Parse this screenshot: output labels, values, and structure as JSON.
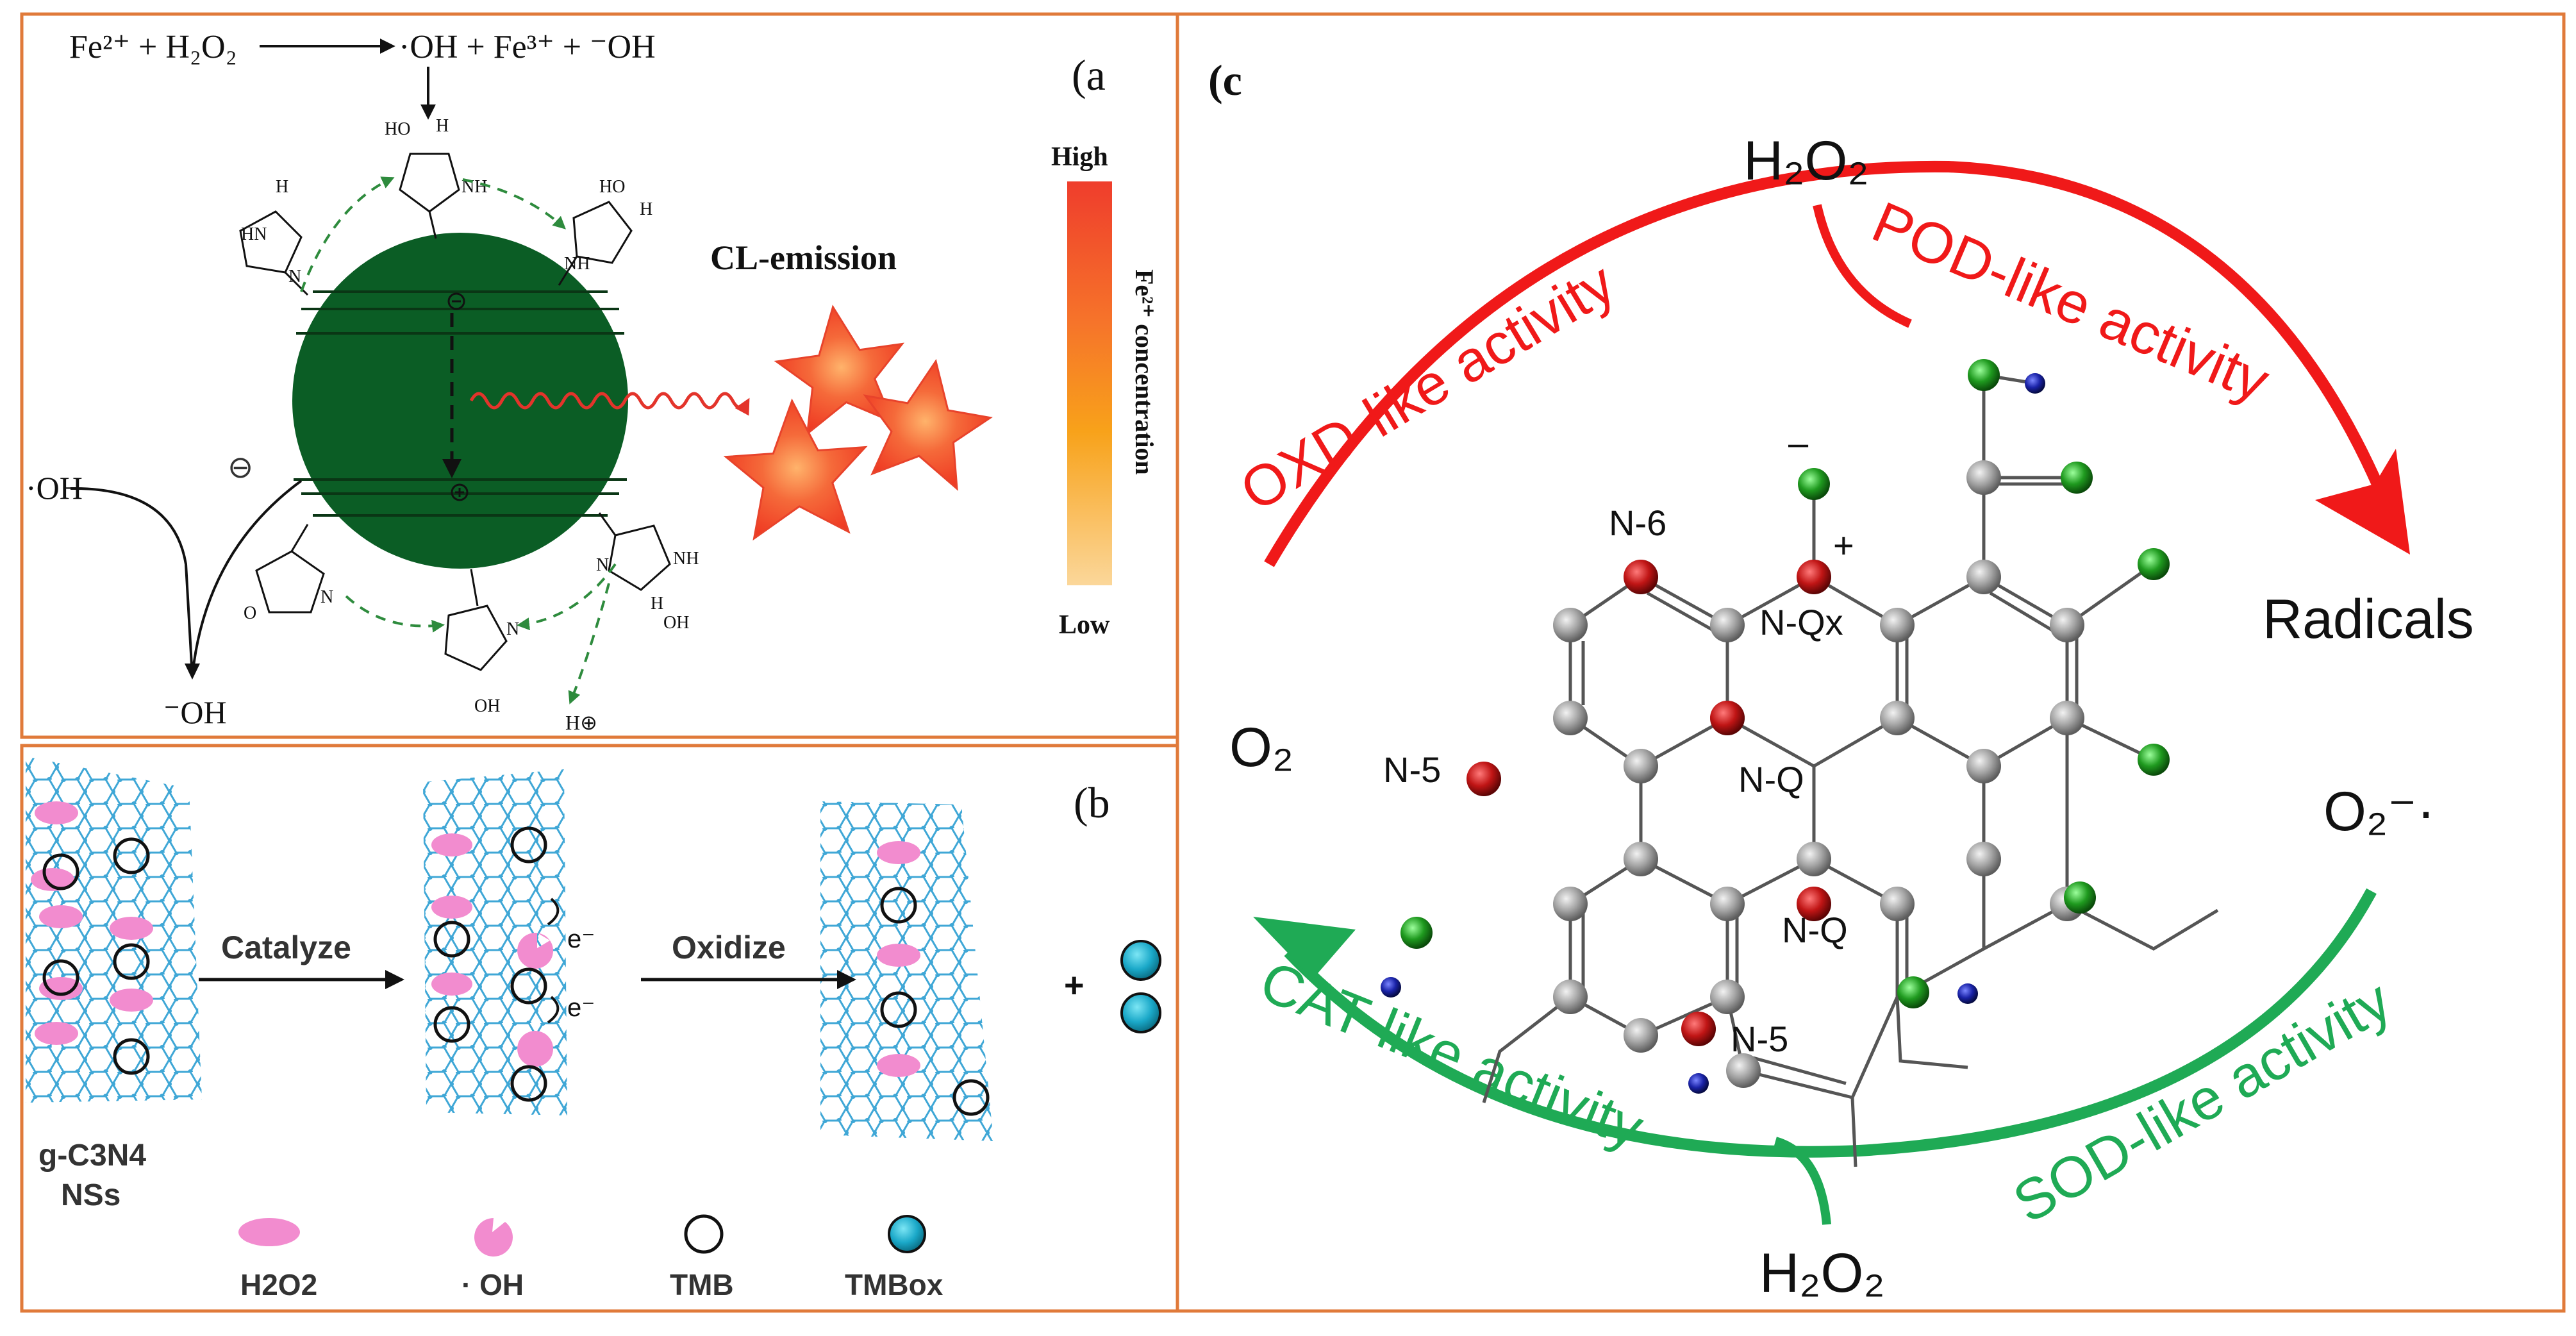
{
  "panel_a": {
    "label": "(a",
    "reaction": {
      "lhs": "Fe²⁺ + H₂O₂",
      "rhs": "·OH + Fe³⁺ + ⁻OH"
    },
    "cl_emission": "CL-emission",
    "colorbar": {
      "high": "High",
      "low": "Low",
      "caption": "Fe²⁺ concentration"
    },
    "oh_left_in": "·OH",
    "oh_left_out": "⁻OH",
    "minus_sign": "⊖",
    "h_plus": "H⊕",
    "imidazole": {
      "ho": "HO",
      "h": "H",
      "nh": "NH",
      "hn": "HN",
      "n": "N",
      "oh": "OH",
      "o": "O"
    },
    "colors": {
      "sphere": "#0b5d25",
      "arrow_green": "#2e8b3d",
      "wave": "#e3342b"
    }
  },
  "panel_b": {
    "label": "(b",
    "catalyze": "Catalyze",
    "oxidize": "Oxidize",
    "electron": "e⁻",
    "plus": "+",
    "material_line1": "g-C3N4",
    "material_line2": "NSs",
    "legend": {
      "h2o2": "H2O2",
      "oh": "· OH",
      "tmb": "TMB",
      "tmbox": "TMBox"
    },
    "colors": {
      "mesh": "#3fa7d6",
      "h2o2": "#f28ccf",
      "tmbox": "#19a9c9"
    }
  },
  "panel_c": {
    "label": "(c",
    "h2o2_top": "H₂O₂",
    "h2o2_bottom": "H₂O₂",
    "radicals": "Radicals",
    "o2": "O₂",
    "superoxide": "O₂⁻·",
    "oxd": "OXD-like activity",
    "pod": "POD-like activity",
    "cat": "CAT-like activity",
    "sod": "SOD-like activity",
    "atoms": {
      "n6": "N-6",
      "nqx": "N-Qx",
      "nq1": "N-Q",
      "nq2": "N-Q",
      "n5a": "N-5",
      "n5b": "N-5",
      "minus": "–",
      "plus": "+"
    },
    "colors": {
      "red_arc": "#f01919",
      "green_arc": "#1faa55",
      "carbon": "#9a9a9a",
      "nitrogen": "#b31010",
      "oxygen": "#1c8a1c",
      "hydrogen": "#101a8c"
    }
  },
  "frame_color": "#e07a3a"
}
